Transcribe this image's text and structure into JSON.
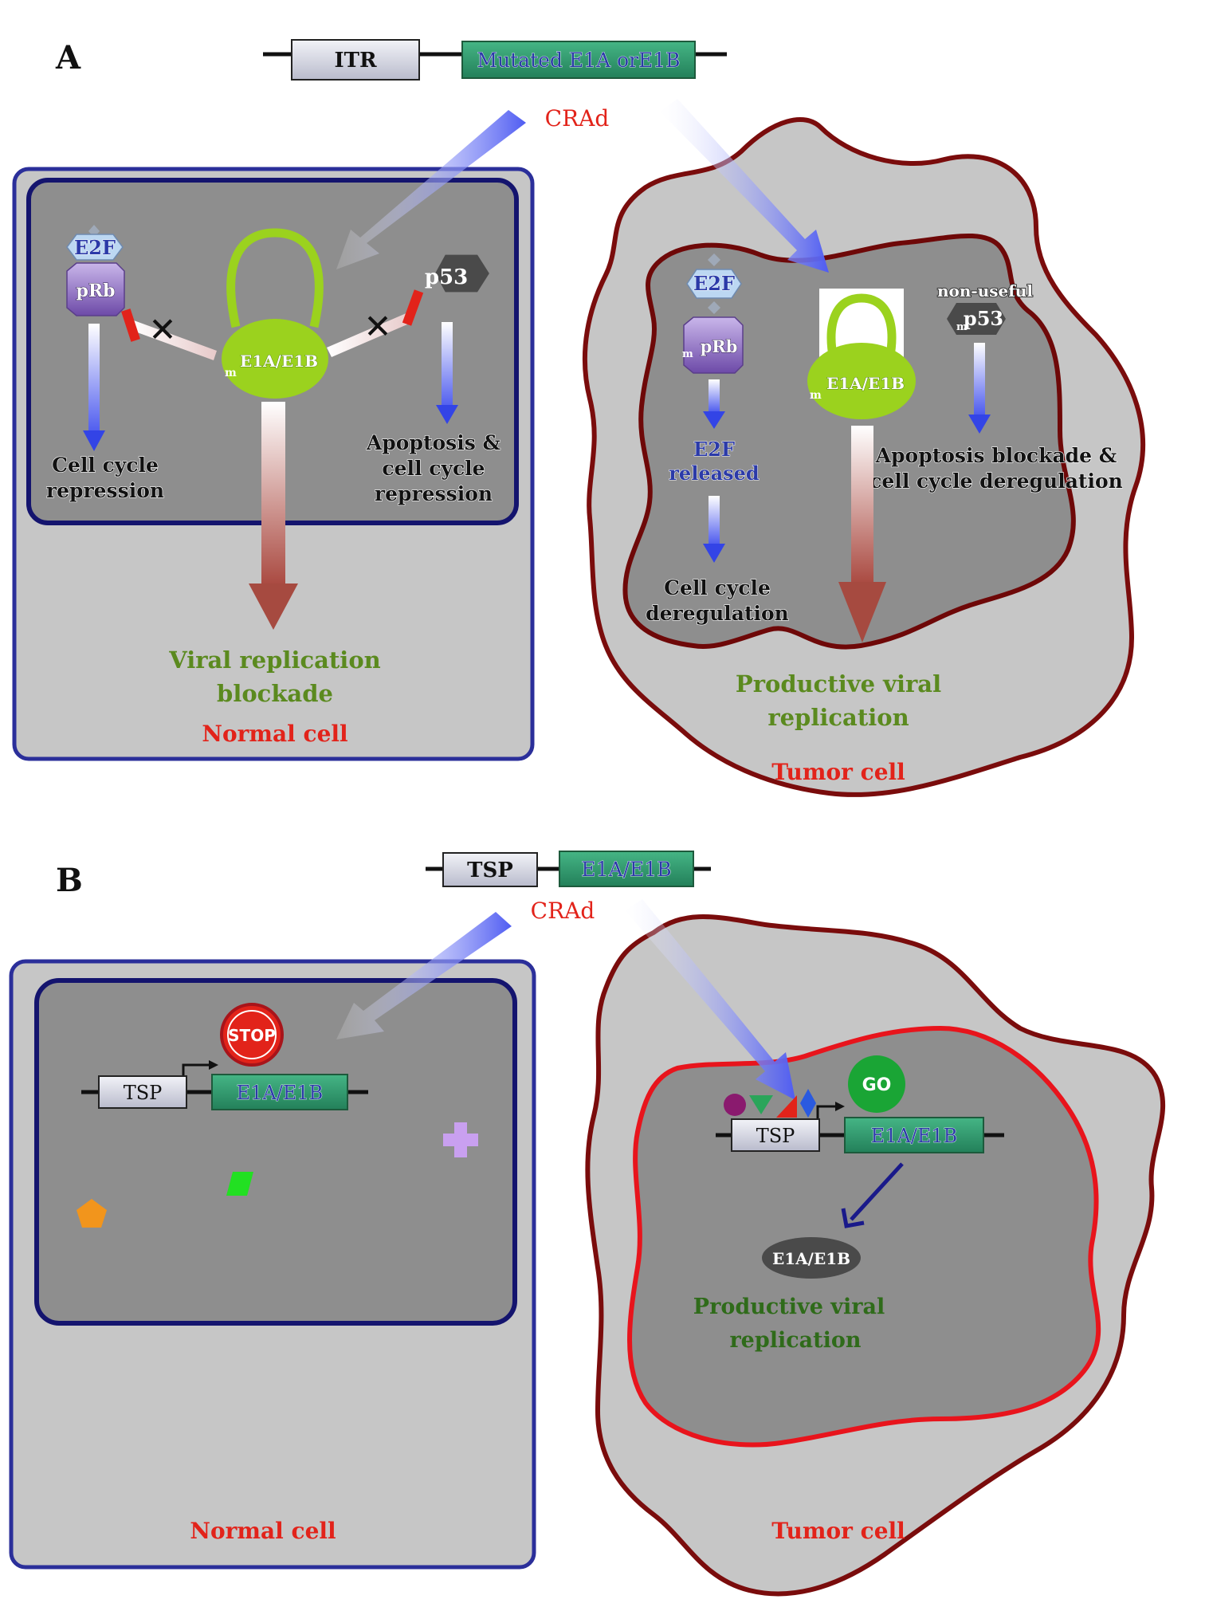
{
  "panel_a": {
    "letter": "A",
    "construct": {
      "itr": "ITR",
      "gene": "Mutated E1A orE1B"
    },
    "crad": "CRAd",
    "normal_cell": {
      "e2f": "E2F",
      "prb": "pRb",
      "p53": "p53",
      "protein_sub": "m",
      "protein": "E1A/E1B",
      "cell_cycle_line1": "Cell cycle",
      "cell_cycle_line2": "repression",
      "apoptosis_line1": "Apoptosis &",
      "apoptosis_line2": "cell cycle",
      "apoptosis_line3": "repression",
      "viral_line1": "Viral replication",
      "viral_line2": "blockade",
      "cell_label": "Normal cell"
    },
    "tumor_cell": {
      "e2f": "E2F",
      "prb_sub": "m",
      "prb": "pRb",
      "nonuseful": "non-useful",
      "p53_sub": "m",
      "p53": "p53",
      "protein_sub": "m",
      "protein": "E1A/E1B",
      "e2f_released_line1": "E2F",
      "e2f_released_line2": "released",
      "dereg_line1": "Cell cycle",
      "dereg_line2": "deregulation",
      "apop_line1": "Apoptosis blockade &",
      "apop_line2": "cell cycle deregulation",
      "viral_line1": "Productive viral",
      "viral_line2": "replication",
      "cell_label": "Tumor cell"
    }
  },
  "panel_b": {
    "letter": "B",
    "construct": {
      "tsp": "TSP",
      "gene": "E1A/E1B"
    },
    "crad": "CRAd",
    "normal_cell": {
      "stop": "STOP",
      "tsp": "TSP",
      "gene": "E1A/E1B",
      "cell_label": "Normal cell"
    },
    "tumor_cell": {
      "go": "GO",
      "tsp": "TSP",
      "gene": "E1A/E1B",
      "protein": "E1A/E1B",
      "viral_line1": "Productive viral",
      "viral_line2": "replication",
      "cell_label": "Tumor cell"
    }
  },
  "colors": {
    "normal_cell_border": "#2b2f9a",
    "tumor_cell_border": "#7a0c0c",
    "tumor_nucleus_b_border": "#e8141c",
    "gene_box": "#2e9a6a",
    "promoter_box": "#d8d9e6",
    "protein_green": "#9bd21e",
    "arrow_blue": "#5a66f0",
    "crad_red": "#e2231a"
  }
}
